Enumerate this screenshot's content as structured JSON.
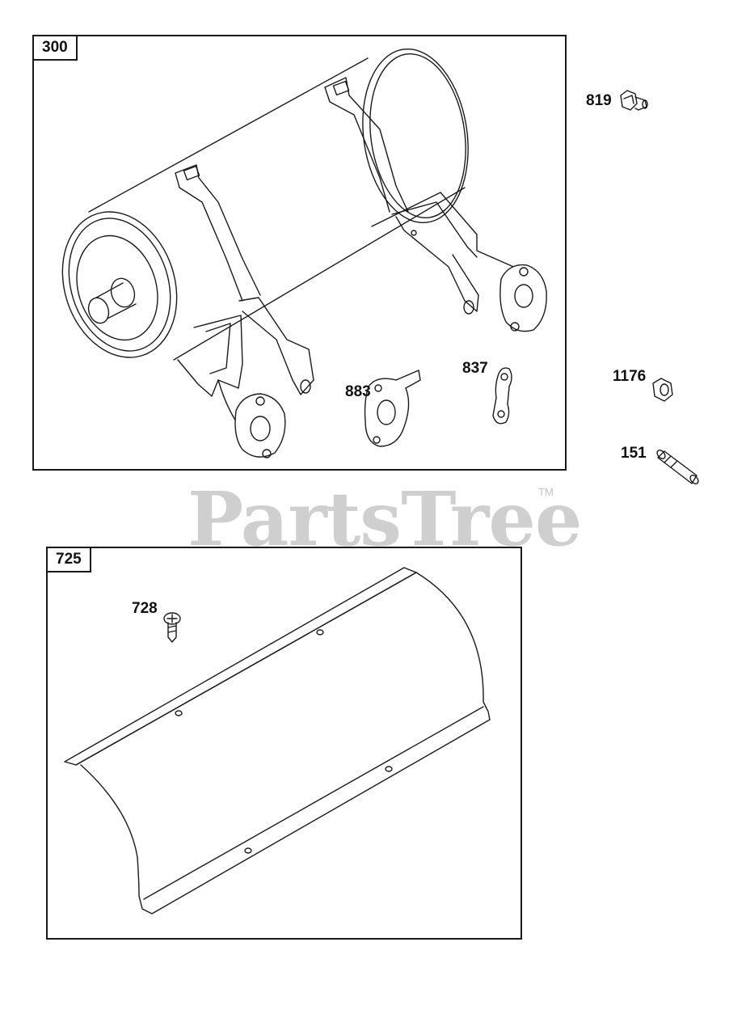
{
  "diagram": {
    "brand": {
      "watermark": "PartsTree",
      "trademark": "TM"
    },
    "panels": [
      {
        "id": "muffler-assembly",
        "label": "300"
      },
      {
        "id": "heat-shield",
        "label": "725"
      }
    ],
    "callouts": {
      "cap_screw": "819",
      "gasket": "883",
      "lock_plate": "837",
      "nut": "1176",
      "stud": "151",
      "shield_screw": "728"
    },
    "colors": {
      "line": "#1a1a1a",
      "watermark": "#cfcfcf"
    }
  }
}
